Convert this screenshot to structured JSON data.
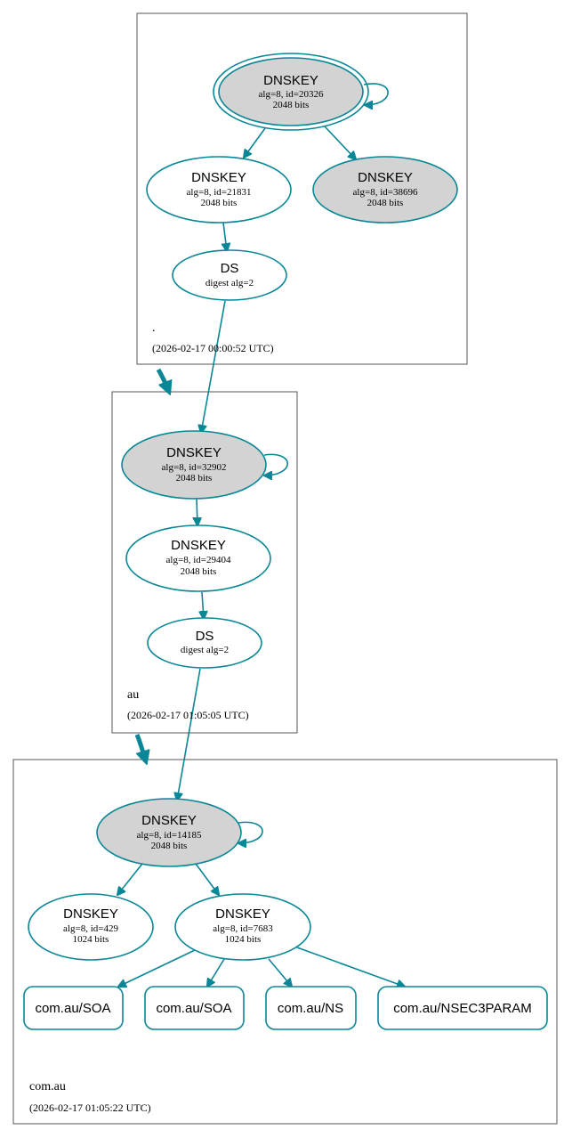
{
  "zones": {
    "root": {
      "name": ".",
      "timestamp": "(2026-02-17 00:00:52 UTC)",
      "dnskey_ksk": {
        "type": "DNSKEY",
        "detail": "alg=8, id=20326",
        "bits": "2048 bits"
      },
      "dnskey_zsk": {
        "type": "DNSKEY",
        "detail": "alg=8, id=21831",
        "bits": "2048 bits"
      },
      "dnskey_standby": {
        "type": "DNSKEY",
        "detail": "alg=8, id=38696",
        "bits": "2048 bits"
      },
      "ds": {
        "type": "DS",
        "detail": "digest alg=2"
      }
    },
    "au": {
      "name": "au",
      "timestamp": "(2026-02-17 01:05:05 UTC)",
      "dnskey_ksk": {
        "type": "DNSKEY",
        "detail": "alg=8, id=32902",
        "bits": "2048 bits"
      },
      "dnskey_zsk": {
        "type": "DNSKEY",
        "detail": "alg=8, id=29404",
        "bits": "2048 bits"
      },
      "ds": {
        "type": "DS",
        "detail": "digest alg=2"
      }
    },
    "comau": {
      "name": "com.au",
      "timestamp": "(2026-02-17 01:05:22 UTC)",
      "dnskey_ksk": {
        "type": "DNSKEY",
        "detail": "alg=8, id=14185",
        "bits": "2048 bits"
      },
      "dnskey_a": {
        "type": "DNSKEY",
        "detail": "alg=8, id=429",
        "bits": "1024 bits"
      },
      "dnskey_b": {
        "type": "DNSKEY",
        "detail": "alg=8, id=7683",
        "bits": "1024 bits"
      },
      "records": [
        "com.au/SOA",
        "com.au/SOA",
        "com.au/NS",
        "com.au/NSEC3PARAM"
      ]
    }
  },
  "colors": {
    "edge": "#0a8796",
    "ksk_fill": "#d3d3d3",
    "zone_border": "#555555"
  }
}
